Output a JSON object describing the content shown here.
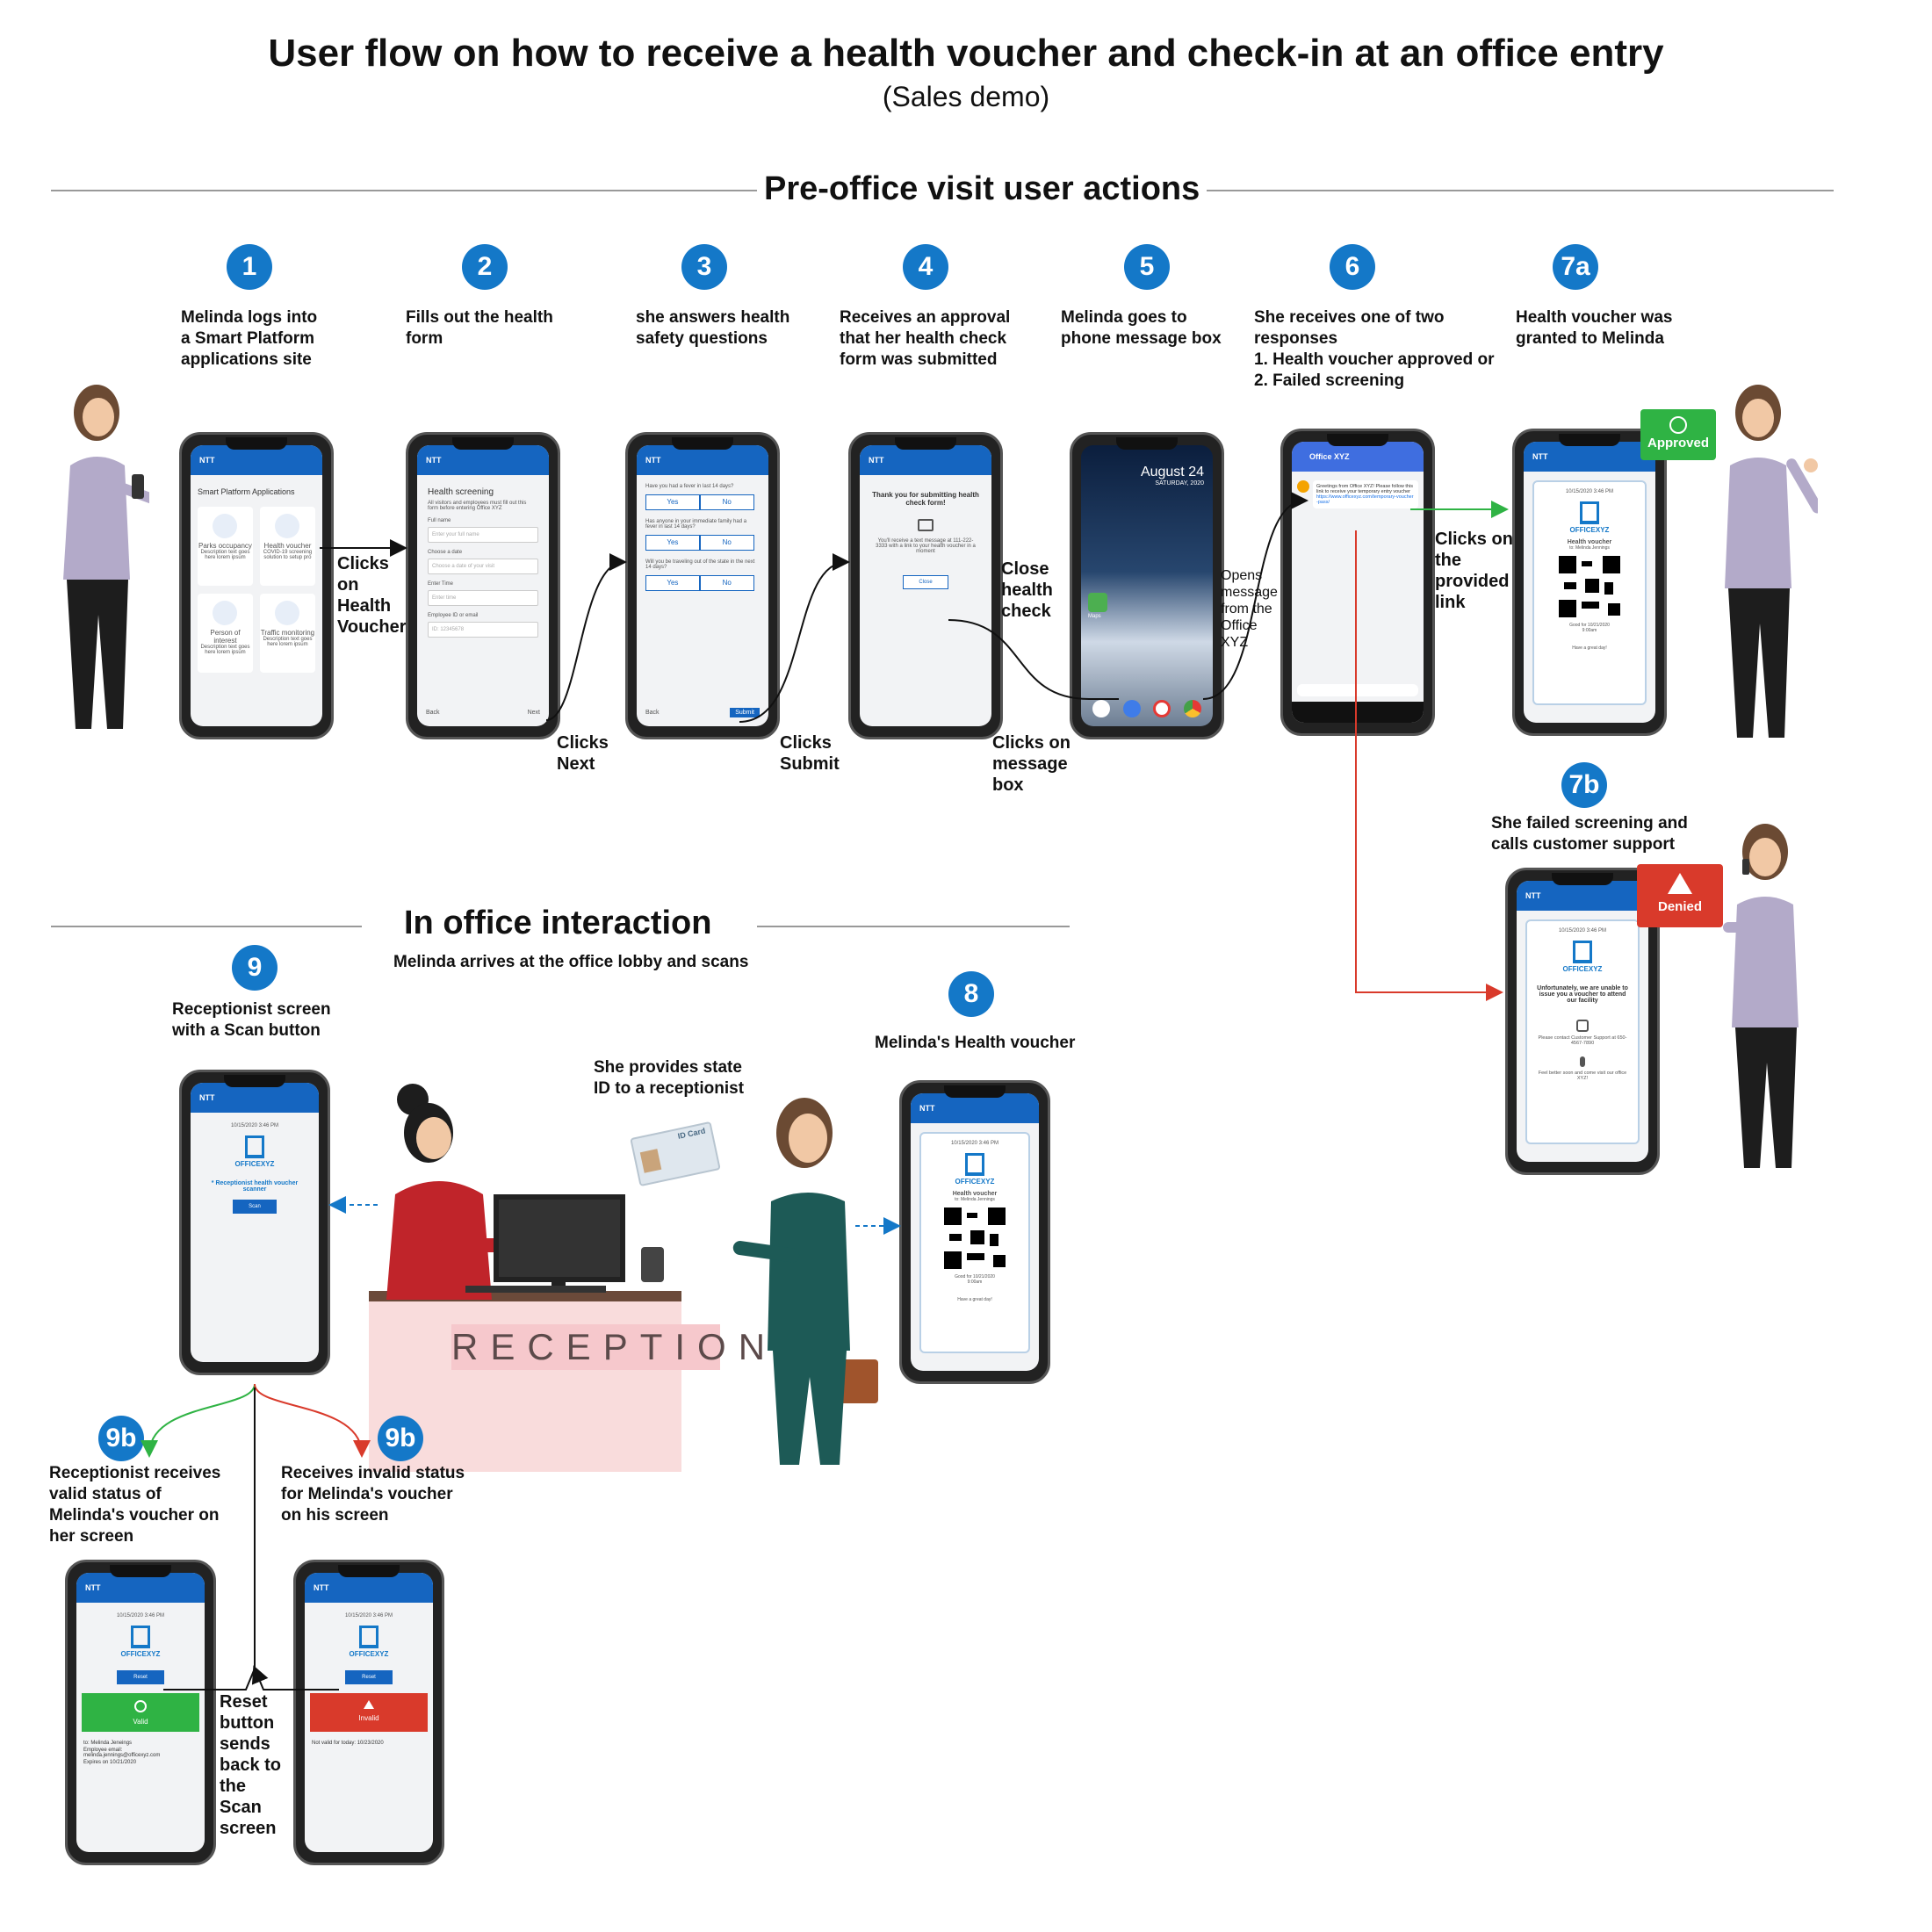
{
  "header": {
    "title": "User flow on how to receive a health voucher and check-in at an office entry",
    "subtitle": "(Sales demo)"
  },
  "sections": {
    "pre_office": "Pre-office visit user actions",
    "in_office": "In office interaction",
    "in_office_sub": "Melinda arrives at the office lobby and scans"
  },
  "steps": [
    {
      "num": "1",
      "text": "Melinda logs into a Smart Platform applications site"
    },
    {
      "num": "2",
      "text": "Fills out the health form"
    },
    {
      "num": "3",
      "text": "she answers health safety questions"
    },
    {
      "num": "4",
      "text": "Receives an approval that her health check form was submitted"
    },
    {
      "num": "5",
      "text": "Melinda goes to phone message box"
    },
    {
      "num": "6",
      "text": "She receives one of two responses",
      "list": [
        "1.  Health voucher approved or",
        "2. Failed screening"
      ]
    },
    {
      "num": "7a",
      "text": "Health voucher was granted to Melinda"
    },
    {
      "num": "7b",
      "text": "She failed screening and calls customer support"
    },
    {
      "num": "8",
      "text": "Melinda's Health voucher"
    },
    {
      "num": "9",
      "text": "Receptionist screen with a Scan button"
    },
    {
      "num": "9b",
      "text": "Receptionist receives valid status of Melinda's voucher on her screen"
    },
    {
      "num": "9b",
      "text": "Receives invalid status for Melinda's voucher on his screen"
    }
  ],
  "labels": {
    "clicks_health_voucher": "Clicks on Health Voucher",
    "clicks_next": "Clicks Next",
    "clicks_submit": "Clicks Submit",
    "close_health_check": "Close health check",
    "clicks_message_box": "Clicks on message box",
    "opens_message": "Opens message from the Office XYZ",
    "clicks_link": "Clicks on the provided link",
    "provides_id": "She provides state ID to a receptionist",
    "reset_sends_back": "Reset button sends back to the Scan screen",
    "approved": "Approved",
    "denied": "Denied",
    "reception": "RECEPTION",
    "id_card": "ID Card"
  },
  "screens": {
    "brand": "NTT",
    "s1": {
      "heading": "Smart Platform Applications",
      "tiles": [
        {
          "name": "Parks occupancy",
          "desc": "Description text goes here lorem ipsum"
        },
        {
          "name": "Health voucher",
          "desc": "COVID-19 screening solution to setup pro"
        },
        {
          "name": "Person of interest",
          "desc": "Description text goes here lorem ipsum"
        },
        {
          "name": "Traffic monitoring",
          "desc": "Description text goes here lorem ipsum"
        }
      ]
    },
    "s2": {
      "heading": "Health screening",
      "intro": "All visitors and employees must fill out this form before entering Office XYZ",
      "fields": [
        "Full name",
        "Choose a date",
        "Enter Time",
        "Employee ID or email"
      ],
      "placeholders": [
        "Enter your full name",
        "Choose a date of your visit",
        "Enter time",
        "ID: 12345678"
      ],
      "back": "Back",
      "next": "Next"
    },
    "s3": {
      "questions": [
        "Have you had a fever in last 14 days?",
        "Has anyone in your immediate family had a fever in last 14 days?",
        "Will you be traveling out of the state in the next 14 days?"
      ],
      "yes": "Yes",
      "no": "No",
      "back": "Back",
      "submit": "Submit"
    },
    "s4": {
      "heading": "Thank you for submitting health check form!",
      "body": "You'll receive a text message at 111-222-3333 with a link to your health voucher in a moment",
      "close": "Close"
    },
    "s5": {
      "date": "August 24",
      "day": "SATURDAY, 2020",
      "maps": "Maps"
    },
    "s6": {
      "contact": "Office XYZ",
      "message": "Greetings from Office XYZ! Please follow this link to receive your temporary entry voucher",
      "link": "https://www.officexyz.com/temporary-voucher-pass/"
    },
    "voucher": {
      "datetime": "10/15/2020 3:46 PM",
      "office": "OFFICEXYZ",
      "title": "Health voucher",
      "to": "to: Melinda Jennings",
      "good": "Good for 10/21/2020",
      "time": "9:00am",
      "bye": "Have a great day!"
    },
    "denied_screen": {
      "datetime": "10/15/2020 3:46 PM",
      "office": "OFFICEXYZ",
      "body": "Unfortunately, we are unable to issue you a voucher to attend our facility",
      "contact": "Please contact Customer Support at 650-4567-7890",
      "bye": "Feel better soon and come visit our office XYZ!"
    },
    "scanner": {
      "datetime": "10/15/2020 3:46 PM",
      "office": "OFFICEXYZ",
      "heading": "* Receptionist health voucher scanner",
      "scan": "Scan"
    },
    "valid": {
      "datetime": "10/15/2020 3:46 PM",
      "office": "OFFICEXYZ",
      "reset": "Reset",
      "status": "Valid",
      "to": "to: Melinda Jeneings",
      "email_label": "Employee email:",
      "email": "melinda.jennings@officexyz.com",
      "expires": "Expires on 10/21/2020"
    },
    "invalid": {
      "datetime": "10/15/2020 3:46 PM",
      "office": "OFFICEXYZ",
      "reset": "Reset",
      "status": "Invalid",
      "note": "Not valid for today: 10/23/2020"
    }
  },
  "colors": {
    "badge_blue": "#1478c8",
    "app_bar": "#1565c0",
    "approved_green": "#2fb344",
    "denied_red": "#d93a2b"
  }
}
